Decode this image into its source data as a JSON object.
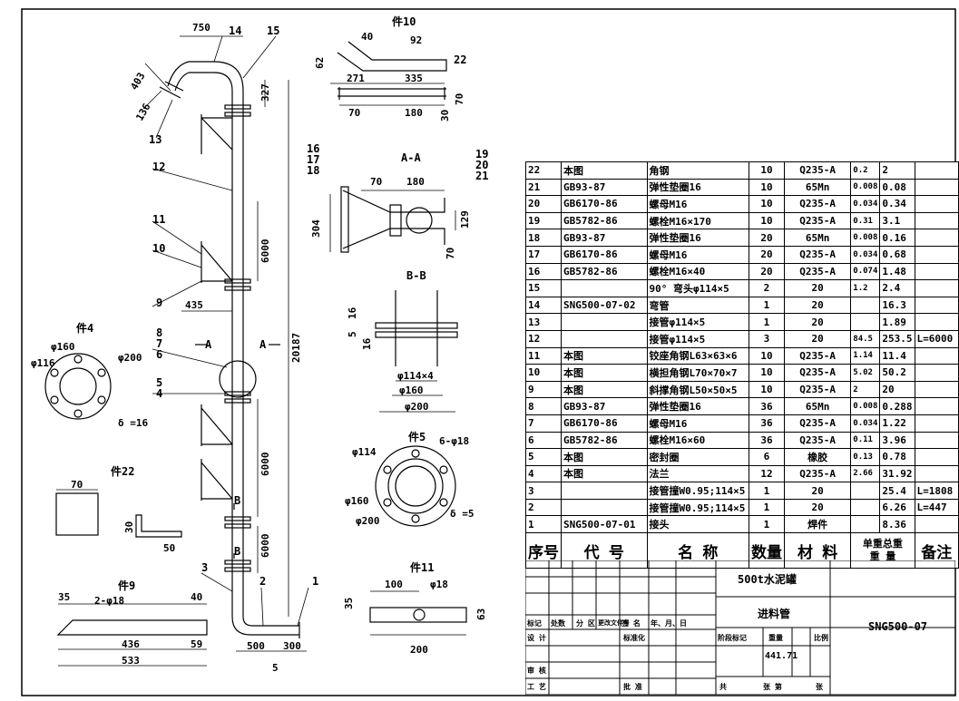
{
  "parts": {
    "p10": "件10",
    "p4": "件4",
    "p5": "件5",
    "p22": "件22",
    "p9": "件9",
    "p11": "件11",
    "sec_aa": "A-A",
    "sec_bb": "B-B",
    "sec_a": "A",
    "sec_b": "B"
  },
  "main_dims": {
    "d750": "750",
    "d403": "403",
    "d136": "136",
    "d327": "327",
    "d6000a": "6000",
    "d6000b": "6000",
    "d6000c": "6000",
    "d20187": "20187",
    "d435": "435",
    "d500": "500",
    "d300": "300",
    "d5": "5"
  },
  "callouts": [
    "1",
    "2",
    "3",
    "4",
    "5",
    "6",
    "7",
    "8",
    "9",
    "10",
    "11",
    "12",
    "13",
    "14",
    "15",
    "16",
    "17",
    "18",
    "19",
    "20",
    "21",
    "22"
  ],
  "p10_dims": {
    "a40": "40",
    "d92": "92",
    "d62": "62",
    "d22": "22",
    "d271": "271",
    "d335": "335",
    "d70": "70",
    "d180": "180",
    "d30": "30",
    "d70b": "70"
  },
  "aa_dims": {
    "d70": "70",
    "d180": "180",
    "d304": "304",
    "d129": "129",
    "d70b": "70"
  },
  "bb_dims": {
    "d16a": "16",
    "d5": "5",
    "d16b": "16",
    "d114": "φ114×4",
    "d160": "φ160",
    "d200": "φ200"
  },
  "p4_dims": {
    "d160": "φ160",
    "d116": "φ116",
    "d200": "φ200",
    "t16": "δ =16"
  },
  "p5_dims": {
    "d114": "φ114",
    "holes": "6-φ18",
    "d160": "φ160",
    "d200": "φ200",
    "t5": "δ =5"
  },
  "p22_dims": {
    "d70": "70",
    "d30": "30",
    "d50": "50"
  },
  "p9_dims": {
    "d35": "35",
    "holes": "2-φ18",
    "d40": "40",
    "d436": "436",
    "d59": "59",
    "d533": "533"
  },
  "p11_dims": {
    "d100": "100",
    "d18": "φ18",
    "d35": "35",
    "d63": "63",
    "d200": "200"
  },
  "bom": [
    [
      "22",
      "本图",
      "角钢",
      "10",
      "Q235-A",
      "0.2",
      "2",
      ""
    ],
    [
      "21",
      "GB93-87",
      "弹性垫圈16",
      "10",
      "65Mn",
      "0.008",
      "0.08",
      ""
    ],
    [
      "20",
      "GB6170-86",
      "螺母M16",
      "10",
      "Q235-A",
      "0.034",
      "0.34",
      ""
    ],
    [
      "19",
      "GB5782-86",
      "螺栓M16×170",
      "10",
      "Q235-A",
      "0.31",
      "3.1",
      ""
    ],
    [
      "18",
      "GB93-87",
      "弹性垫圈16",
      "20",
      "65Mn",
      "0.008",
      "0.16",
      ""
    ],
    [
      "17",
      "GB6170-86",
      "螺母M16",
      "20",
      "Q235-A",
      "0.034",
      "0.68",
      ""
    ],
    [
      "16",
      "GB5782-86",
      "螺栓M16×40",
      "20",
      "Q235-A",
      "0.074",
      "1.48",
      ""
    ],
    [
      "15",
      "",
      "90° 弯头φ114×5",
      "2",
      "20",
      "1.2",
      "2.4",
      ""
    ],
    [
      "14",
      "SNG500-07-02",
      "弯管",
      "1",
      "20",
      "",
      "16.3",
      ""
    ],
    [
      "13",
      "",
      "接管φ114×5",
      "1",
      "20",
      "",
      "1.89",
      ""
    ],
    [
      "12",
      "",
      "接管φ114×5",
      "3",
      "20",
      "84.5",
      "253.5",
      "L=6000"
    ],
    [
      "11",
      "本图",
      "铰座角钢L63×63×6",
      "10",
      "Q235-A",
      "1.14",
      "11.4",
      ""
    ],
    [
      "10",
      "本图",
      "横担角钢L70×70×7",
      "10",
      "Q235-A",
      "5.02",
      "50.2",
      ""
    ],
    [
      "9",
      "本图",
      "斜撑角钢L50×50×5",
      "10",
      "Q235-A",
      "2",
      "20",
      ""
    ],
    [
      "8",
      "GB93-87",
      "弹性垫圈16",
      "36",
      "65Mn",
      "0.008",
      "0.288",
      ""
    ],
    [
      "7",
      "GB6170-86",
      "螺母M16",
      "36",
      "Q235-A",
      "0.034",
      "1.22",
      ""
    ],
    [
      "6",
      "GB5782-86",
      "螺栓M16×60",
      "36",
      "Q235-A",
      "0.11",
      "3.96",
      ""
    ],
    [
      "5",
      "本图",
      "密封圈",
      "6",
      "橡胶",
      "0.13",
      "0.78",
      ""
    ],
    [
      "4",
      "本图",
      "法兰",
      "12",
      "Q235-A",
      "2.66",
      "31.92",
      ""
    ],
    [
      "3",
      "",
      "接管撞W0.95;114×5",
      "1",
      "20",
      "",
      "25.4",
      "L=1808"
    ],
    [
      "2",
      "",
      "接管撞W0.95;114×5",
      "1",
      "20",
      "",
      "6.26",
      "L=447"
    ],
    [
      "1",
      "SNG500-07-01",
      "接头",
      "1",
      "焊件",
      "",
      "8.36",
      ""
    ]
  ],
  "bom_header": {
    "no": "序号",
    "code": "代 号",
    "name": "名 称",
    "qty": "数量",
    "mat": "材 料",
    "unit_w": "单重",
    "total_w": "总重",
    "weight": "重 量",
    "remark": "备注"
  },
  "title_block": {
    "project": "500t水泥罐",
    "drawing_name": "进料管",
    "drawing_no": "SNG500-07",
    "mark": "标记",
    "count": "处数",
    "zone": "分 区",
    "change": "更改文件号",
    "sign": "签 名",
    "date": "年、月、日",
    "design": "设 计",
    "std": "标准化",
    "stage": "阶段标记",
    "weight": "重量",
    "scale": "比例",
    "weight_val": "441.71",
    "review": "审 核",
    "process": "工 艺",
    "approve": "批 准",
    "total": "共",
    "sheets": "张 第",
    "sheet": "张"
  }
}
